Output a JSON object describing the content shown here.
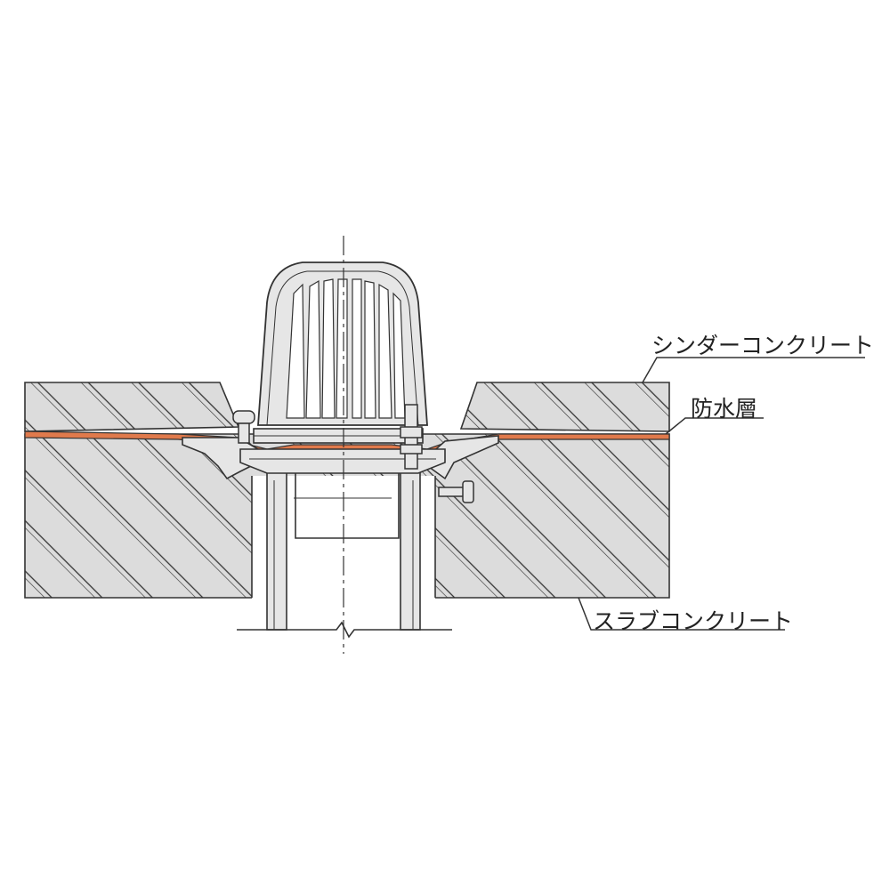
{
  "labels": {
    "cinder_concrete": "シンダーコンクリート",
    "waterproof_layer": "防水層",
    "slab_concrete": "スラブコンクリート"
  },
  "colors": {
    "concrete_fill": "#dcdcdc",
    "line": "#333333",
    "waterproof": "#e07a4c",
    "metal_fill": "#e6e6e6",
    "inner_fill": "#ffffff"
  }
}
